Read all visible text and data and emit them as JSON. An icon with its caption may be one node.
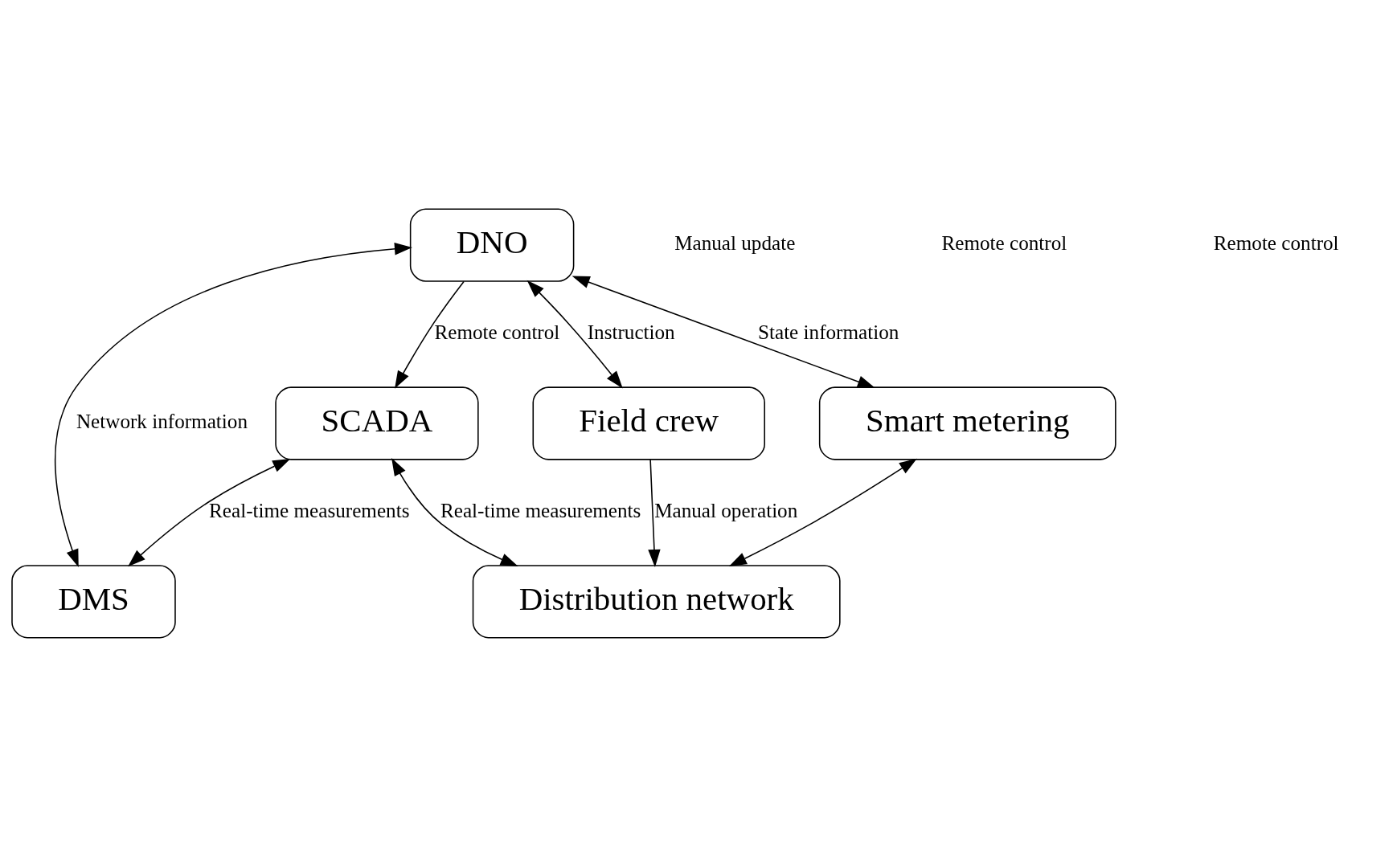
{
  "diagram": {
    "nodes": [
      {
        "text": [
          "DNO"
        ]
      },
      {
        "text": [
          "DMS"
        ]
      },
      {
        "text": [
          "Field crew"
        ]
      },
      {
        "text": [
          "Smart metering"
        ]
      },
      {
        "text": [
          "SCADA"
        ]
      },
      {
        "text": [
          "Distribution network"
        ]
      }
    ],
    "edges": [
      {
        "from": 0,
        "to": 1,
        "arrow": "both",
        "label": "Network information"
      },
      {
        "from": 0,
        "to": 2,
        "arrow": "both",
        "label": "Instruction"
      },
      {
        "from": 0,
        "to": 3,
        "arrow": "both",
        "label": "State information"
      },
      {
        "from": 0,
        "to": 4,
        "arrow": "to",
        "label": "Remote control"
      },
      {
        "from": 4,
        "to": 1,
        "arrow": "both",
        "label": "Real-time measurements"
      },
      {
        "from": 2,
        "to": 5,
        "arrow": "to",
        "label": "Manual operation"
      },
      {
        "from": 3,
        "to": 5,
        "arrow": "both"
      },
      {
        "from": 4,
        "to": 5,
        "arrow": "both",
        "label": "Real-time measurements"
      }
    ],
    "labels": [
      "Manual update",
      "Remote control",
      "Remote control"
    ]
  }
}
